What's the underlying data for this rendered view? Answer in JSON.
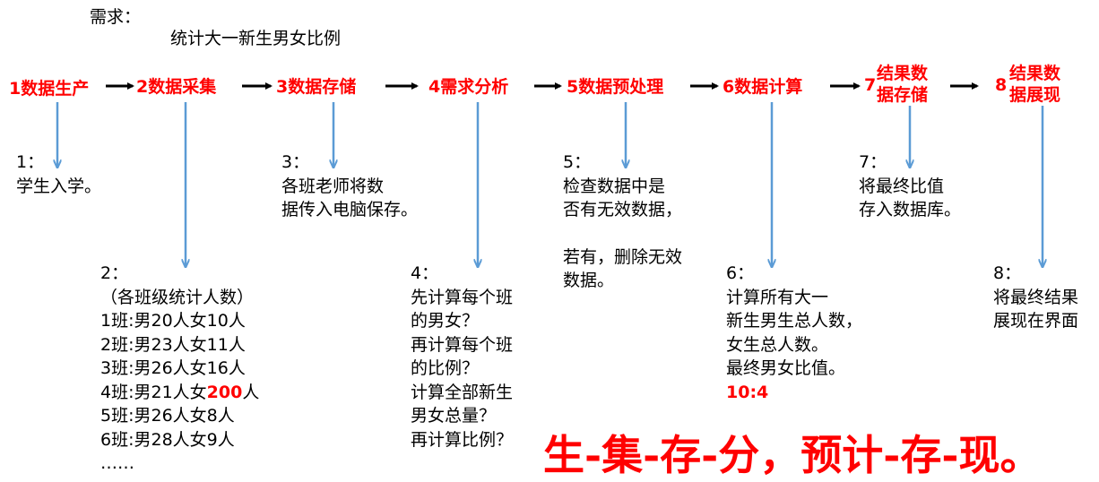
{
  "header": {
    "label": "需求：",
    "requirement": "统计大一新生男女比例"
  },
  "steps": [
    {
      "label": "1数据生产"
    },
    {
      "label": "2数据采集"
    },
    {
      "label": "3数据存储"
    },
    {
      "label": "4需求分析"
    },
    {
      "label": "5数据预处理"
    },
    {
      "label": "6数据计算"
    },
    {
      "label_num": "7",
      "label_line1": "结果数",
      "label_line2": "据存储"
    },
    {
      "label_num": "8",
      "label_line1": "结果数",
      "label_line2": "据展现"
    }
  ],
  "notes": {
    "n1": {
      "num": "1：",
      "lines": [
        "学生入学。"
      ]
    },
    "n2": {
      "num": "2：",
      "lines": [
        "（各班级统计人数）"
      ],
      "rows": [
        {
          "pre": "1班:男20人女",
          "val": "10",
          "post": "人"
        },
        {
          "pre": "2班:男23人女",
          "val": "11",
          "post": "人"
        },
        {
          "pre": "3班:男26人女",
          "val": "16",
          "post": "人"
        },
        {
          "pre": "4班:男21人女",
          "val": "200",
          "post": "人"
        },
        {
          "pre": "5班:男26人女",
          "val": "8",
          "post": "人"
        },
        {
          "pre": "6班:男28人女",
          "val": "9",
          "post": "人"
        }
      ],
      "ellipsis": "……"
    },
    "n3": {
      "num": "3：",
      "lines": [
        "各班老师将数",
        "据传入电脑保存。"
      ]
    },
    "n4": {
      "num": "4：",
      "lines": [
        "先计算每个班",
        "的男女？",
        "再计算每个班",
        "的比例？",
        "计算全部新生",
        "男女总量？",
        "再计算比例？"
      ]
    },
    "n5": {
      "num": "5：",
      "lines": [
        "检查数据中是",
        "否有无效数据，",
        "",
        "若有，删除无效",
        "数据。"
      ]
    },
    "n6": {
      "num": "6：",
      "lines": [
        "计算所有大一",
        "新生男生总人数，",
        "女生总人数。",
        "最终男女比值。"
      ],
      "result": "10:4"
    },
    "n7": {
      "num": "7：",
      "lines": [
        "将最终比值",
        "存入数据库。"
      ]
    },
    "n8": {
      "num": "8：",
      "lines": [
        "将最终结果",
        "展现在界面"
      ]
    }
  },
  "slogan": "生-集-存-分，预计-存-现。",
  "colors": {
    "step_text": "#ff0000",
    "down_arrow": "#5b9bd5",
    "flow_arrow": "#000000"
  }
}
